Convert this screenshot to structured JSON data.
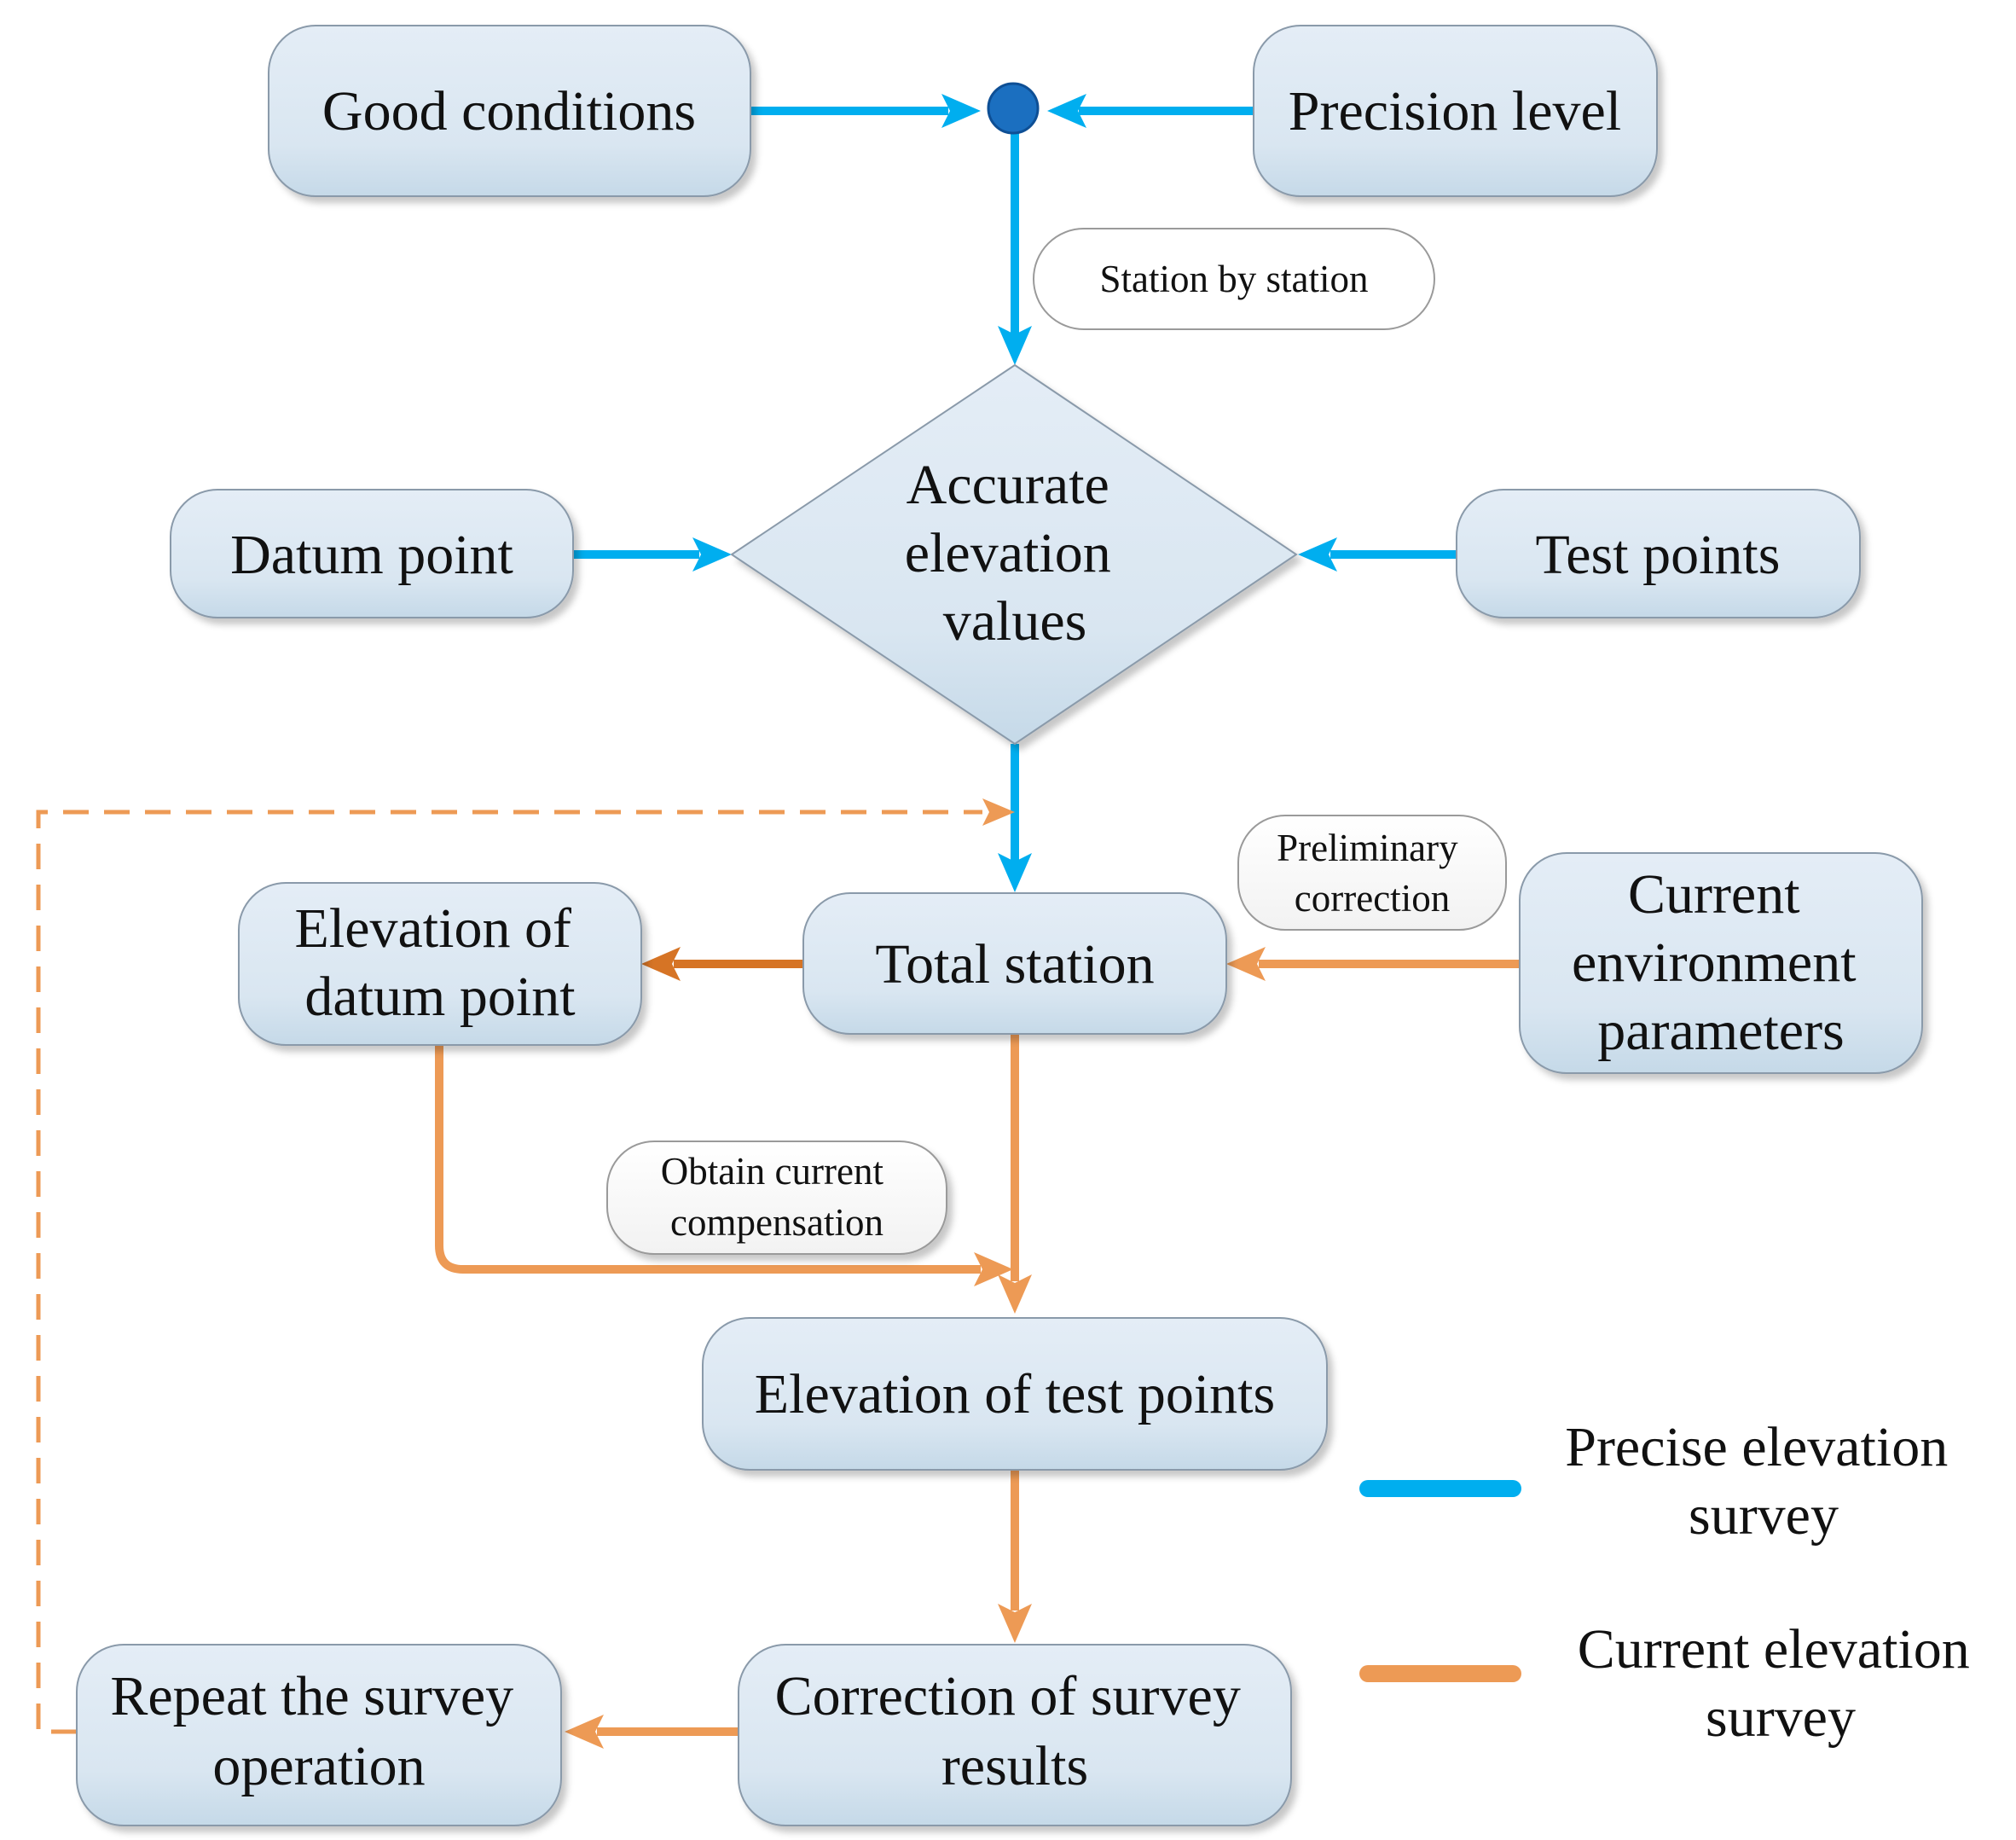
{
  "nodes": {
    "good_conditions": [
      "Good conditions"
    ],
    "precision_level": [
      "Precision level"
    ],
    "accurate_elevation": [
      "Accurate",
      "elevation",
      "values"
    ],
    "datum_point": [
      "Datum point"
    ],
    "test_points": [
      "Test points"
    ],
    "total_station": [
      "Total station"
    ],
    "elevation_datum": [
      "Elevation of",
      "datum point"
    ],
    "current_env": [
      "Current",
      "environment",
      "parameters"
    ],
    "elevation_test": [
      "Elevation of test points"
    ],
    "correction": [
      "Correction of survey",
      "results"
    ],
    "repeat": [
      "Repeat the survey",
      "operation"
    ]
  },
  "edge_labels": {
    "station_by_station": [
      "Station by station"
    ],
    "preliminary_correction": [
      "Preliminary",
      "correction"
    ],
    "obtain_compensation": [
      "Obtain current",
      "compensation"
    ]
  },
  "legend": {
    "precise": [
      "Precise elevation",
      "survey"
    ],
    "current": [
      "Current elevation",
      "survey"
    ]
  },
  "colors": {
    "precise_line": "#00AEEF",
    "current_line": "#ED9A55",
    "current_line_dark": "#D67425",
    "box_fill": "#DCE8F2",
    "junction": "#1B6FC0"
  }
}
